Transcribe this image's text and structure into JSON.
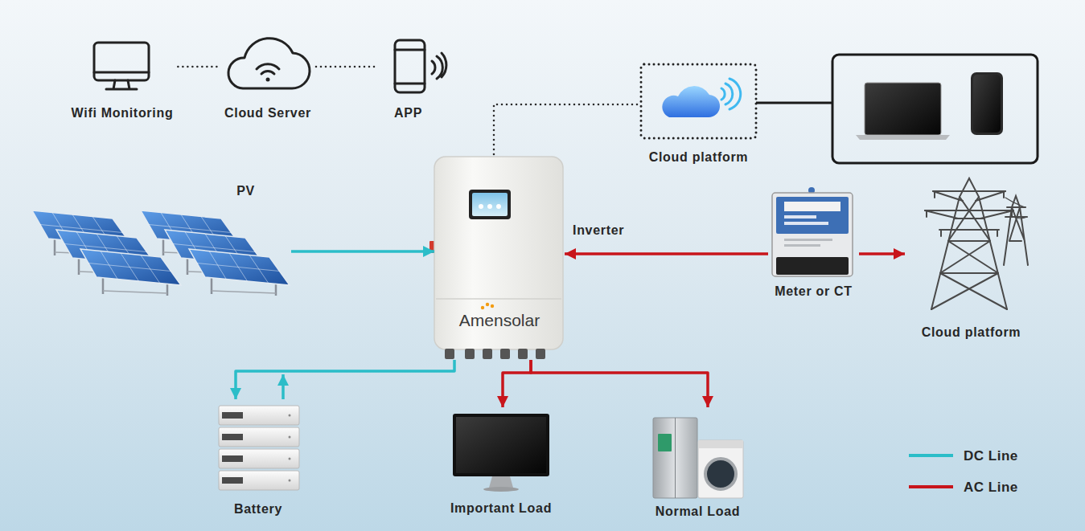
{
  "diagram": {
    "nodes": [
      {
        "text": [
          "Wifi Monitoring"
        ]
      },
      {
        "text": [
          "Cloud Server"
        ]
      },
      {
        "text": [
          "APP"
        ]
      },
      {
        "text": [
          "Cloud platform"
        ]
      },
      {
        "text": [
          "PV"
        ]
      },
      {
        "text": [
          "Amensolar"
        ]
      },
      {
        "text": [
          "Meter or CT"
        ]
      },
      {
        "text": [
          "Cloud platform"
        ]
      },
      {
        "text": [
          "Battery"
        ]
      },
      {
        "text": [
          "Important Load"
        ]
      },
      {
        "text": [
          "Normal Load"
        ]
      }
    ],
    "edges": [
      {
        "from": 0,
        "to": 1,
        "arrow": "none"
      },
      {
        "from": 1,
        "to": 2,
        "arrow": "none"
      },
      {
        "from": 5,
        "to": 3,
        "arrow": "none"
      },
      {
        "from": 4,
        "to": 5,
        "arrow": "to"
      },
      {
        "from": 6,
        "to": 5,
        "label": "Inverter",
        "arrow": "to"
      },
      {
        "from": 6,
        "to": 7,
        "arrow": "to"
      },
      {
        "from": 5,
        "to": 8,
        "arrow": "both"
      },
      {
        "from": 5,
        "to": 9,
        "arrow": "to"
      },
      {
        "from": 5,
        "to": 10,
        "arrow": "to"
      }
    ],
    "legend": [
      {
        "text": "DC Line",
        "color": "#2bbdc8"
      },
      {
        "text": "AC Line",
        "color": "#c8151b"
      }
    ]
  }
}
